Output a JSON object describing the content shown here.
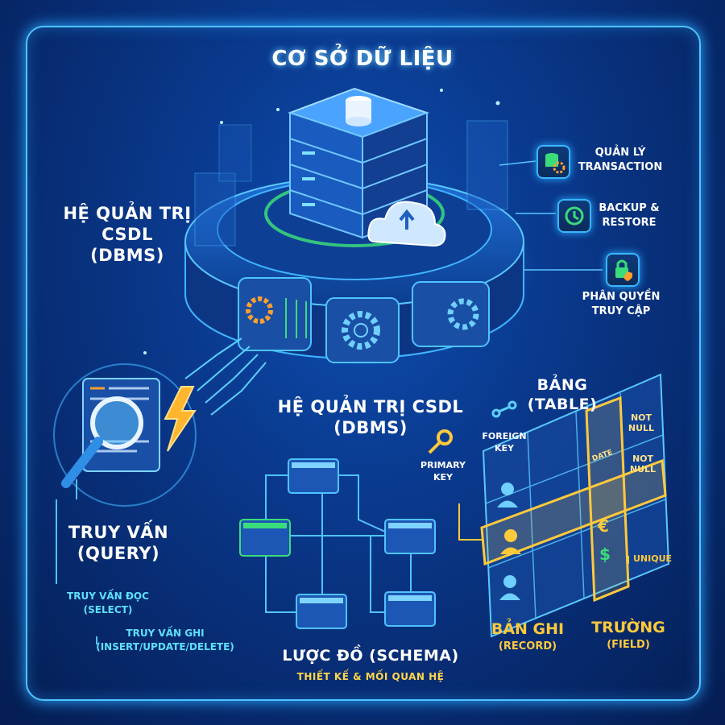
{
  "title": "CƠ SỞ DỮ LIỆU",
  "dbms_left": {
    "line1": "HỆ QUẢN TRỊ",
    "line2": "CSDL",
    "line3": "(DBMS)"
  },
  "dbms_center": {
    "line1": "HỆ QUẢN TRỊ CSDL",
    "line2": "(DBMS)"
  },
  "features": [
    {
      "icon": "database-gear-icon",
      "line1": "QUẢN LÝ",
      "line2": "TRANSACTION"
    },
    {
      "icon": "backup-restore-icon",
      "line1": "BACKUP &",
      "line2": "RESTORE"
    },
    {
      "icon": "lock-shield-icon",
      "line1": "PHÂN QUYỀN",
      "line2": "TRUY CẬP"
    }
  ],
  "query": {
    "title1": "TRUY VẤN",
    "title2": "(QUERY)",
    "read_line1": "TRUY VẤN ĐỌC",
    "read_line2": "(SELECT)",
    "write_line1": "TRUY VẤN GHI",
    "write_line2": "(INSERT/UPDATE/DELETE)"
  },
  "schema": {
    "title": "LƯỢC ĐỒ (SCHEMA)",
    "subtitle": "THIẾT KẾ & MỐI QUAN HỆ"
  },
  "table": {
    "title1": "BẢNG",
    "title2": "(TABLE)",
    "foreign_key1": "FOREIGN",
    "foreign_key2": "KEY",
    "primary_key1": "PRIMARY",
    "primary_key2": "KEY",
    "not_null_1": "NOT\nNULL",
    "not_null_2": "NOT\nNULL",
    "date_label": "DATE",
    "unique": "UNIQUE",
    "record1": "BẢN GHI",
    "record2": "(RECORD)",
    "field1": "TRƯỜNG",
    "field2": "(FIELD)"
  },
  "colors": {
    "accent_cyan": "#4fc3ff",
    "highlight_yellow": "#ffc93c",
    "accent_green": "#3bdc7a",
    "accent_orange": "#ff9f2e"
  }
}
